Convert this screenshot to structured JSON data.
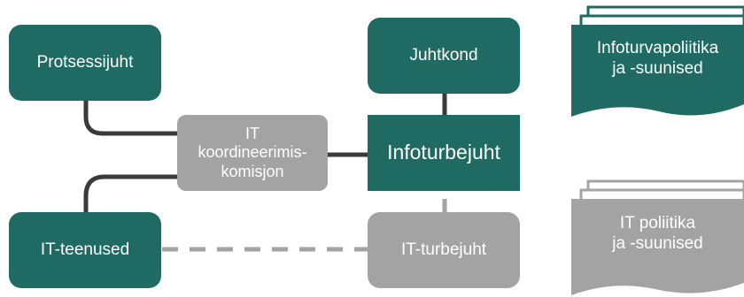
{
  "nodes": {
    "protsessijuht": "Protsessijuht",
    "juhtkond": "Juhtkond",
    "it_koordineerimiskomisjon": "IT\nkoordineerimis-\nkomisjon",
    "infoturbejuht": "Infoturbejuht",
    "it_teenused": "IT-teenused",
    "it_turbejuht": "IT-turbejuht"
  },
  "documents": {
    "infoturvapoliitika": "Infoturvapoliitika\nja -suunised",
    "it_poliitika": "IT poliitika\nja -suunised"
  },
  "colors": {
    "teal": "#1f6b64",
    "gray": "#a3a3a3",
    "connector": "#3a3a3a"
  }
}
